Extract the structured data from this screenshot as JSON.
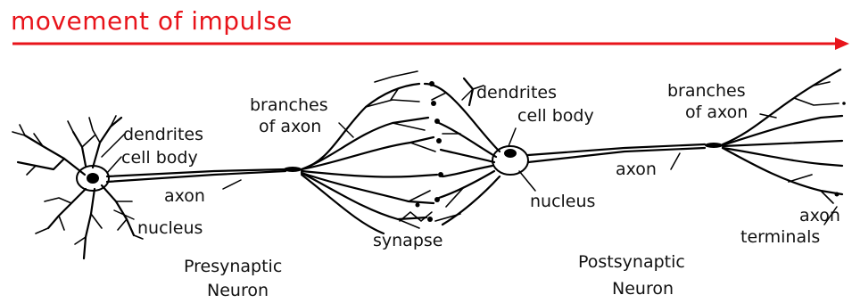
{
  "title": "movement of impulse",
  "colors": {
    "arrow": "#e8141b",
    "ink": "#000000"
  },
  "labels": {
    "pre_dendrites": "dendrites",
    "pre_cell_body": "cell body",
    "pre_axon": "axon",
    "pre_nucleus": "nucleus",
    "pre_branches_1": "branches",
    "pre_branches_2": "of axon",
    "synapse": "synapse",
    "pre_neuron_1": "Presynaptic",
    "pre_neuron_2": "Neuron",
    "post_dendrites": "dendrites",
    "post_cell_body": "cell body",
    "post_nucleus": "nucleus",
    "post_axon": "axon",
    "post_branches_1": "branches",
    "post_branches_2": "of axon",
    "post_terminals_1": "axon",
    "post_terminals_2": "terminals",
    "post_neuron_1": "Postsynaptic",
    "post_neuron_2": "Neuron"
  }
}
